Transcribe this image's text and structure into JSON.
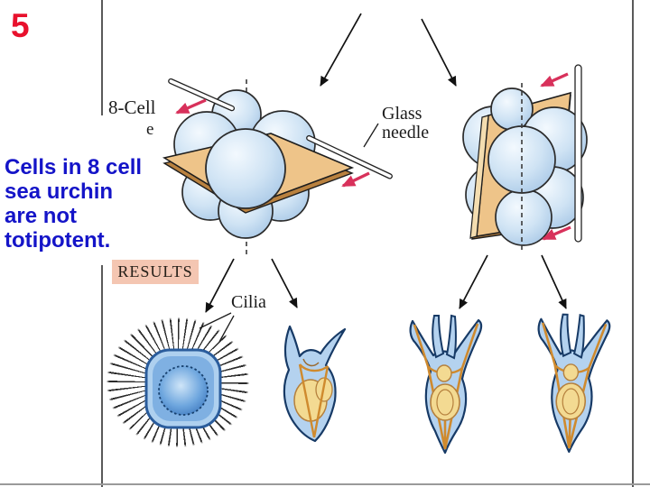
{
  "slide": {
    "number": "5"
  },
  "caption": {
    "text": "Cells in 8 cell\nsea urchin\nare not\ntotipotent."
  },
  "figure": {
    "labels": {
      "eight_cell": "8-Cell",
      "eight_cell_remnant": "e",
      "glass_needle": "Glass\nneedle",
      "results": "RESULTS",
      "cilia": "Cilia"
    },
    "colors": {
      "slide_number": "#e8112d",
      "caption_text": "#1414c8",
      "cell_fill": "#cfe3f4",
      "cut_plane": "#eec489",
      "red_arrow": "#d8315b",
      "results_bg": "#f4c6b2",
      "larva_body": "#b4d2ef",
      "larva_gut": "#f3da92",
      "skeletal_rod": "#cf8a2e"
    }
  }
}
